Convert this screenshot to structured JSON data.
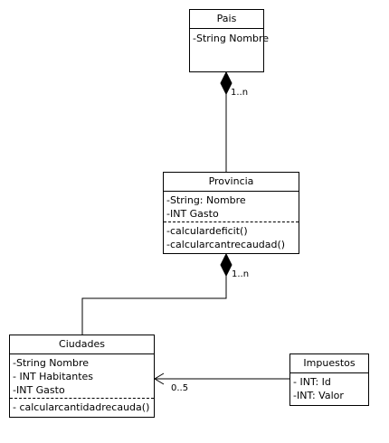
{
  "classes": {
    "pais": {
      "name": "Pais",
      "attributes": [
        "-String Nombre"
      ],
      "methods": []
    },
    "provincia": {
      "name": "Provincia",
      "attributes": [
        "-String: Nombre",
        "-INT Gasto"
      ],
      "methods": [
        "-calculardeficit()",
        "-calcularcantrecaudad()"
      ]
    },
    "ciudades": {
      "name": "Ciudades",
      "attributes": [
        "-String Nombre",
        "- INT Habitantes",
        "-INT Gasto"
      ],
      "methods": [
        "- calcularcantidadrecauda()"
      ]
    },
    "impuestos": {
      "name": "Impuestos",
      "attributes": [
        "- INT: Id",
        "-INT: Valor"
      ],
      "methods": []
    }
  },
  "multiplicities": {
    "pais_provincia": "1..n",
    "provincia_ciudades": "1..n",
    "impuestos_ciudades": "0..5"
  }
}
